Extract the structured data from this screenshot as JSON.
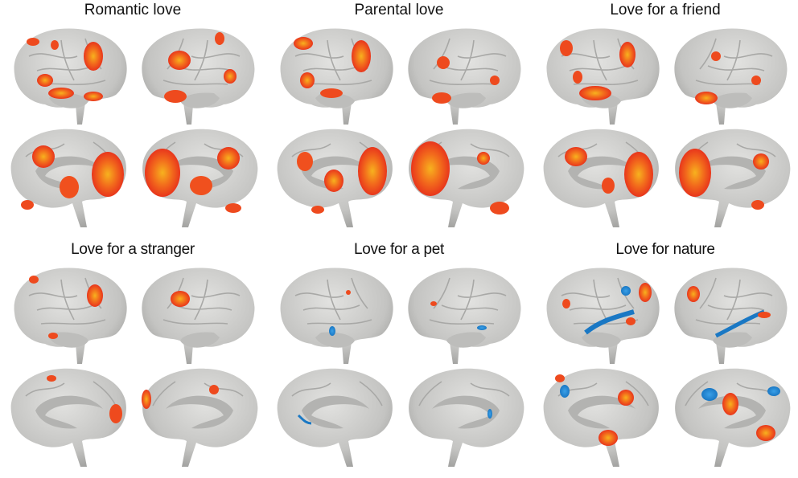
{
  "figure": {
    "description": "Brain activation maps for six types of love; each panel shows lateral (top row) and medial (bottom row) views of left and right hemispheres",
    "legend": {
      "activation_color": "#f04a1e",
      "peak_activation_color": "#f5a623",
      "deactivation_color": "#2a8fd6",
      "surface_color": "#c8c8c6"
    },
    "panels": [
      {
        "title": "Romantic love",
        "activation_level": "high",
        "deactivation": false
      },
      {
        "title": "Parental love",
        "activation_level": "high",
        "deactivation": false
      },
      {
        "title": "Love for a friend",
        "activation_level": "high",
        "deactivation": false
      },
      {
        "title": "Love for a stranger",
        "activation_level": "medium",
        "deactivation": false
      },
      {
        "title": "Love for a pet",
        "activation_level": "low",
        "deactivation": true
      },
      {
        "title": "Love for nature",
        "activation_level": "medium",
        "deactivation": true
      }
    ],
    "views": [
      "left-lateral",
      "right-lateral",
      "left-medial",
      "right-medial"
    ]
  }
}
